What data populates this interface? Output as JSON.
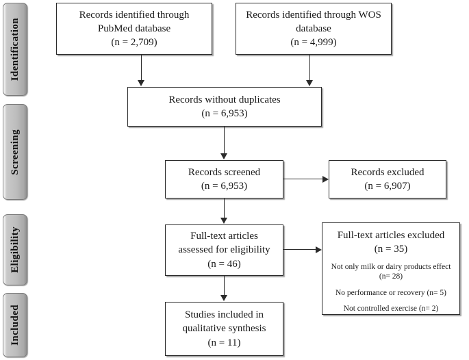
{
  "diagram": {
    "title": "PRISMA study selection flow diagram",
    "type": "prisma-flowchart"
  },
  "stages": [
    {
      "label": "Identification"
    },
    {
      "label": "Screening"
    },
    {
      "label": "Eligibility"
    },
    {
      "label": "Included"
    }
  ],
  "boxes": {
    "pubmed": {
      "line1": "Records identified through",
      "line2": "PubMed database",
      "line3": "(n = 2,709)"
    },
    "wos": {
      "line1": "Records identified through WOS",
      "line2": "database",
      "line3": "(n = 4,999)"
    },
    "no_duplicates": {
      "line1": "Records without duplicates",
      "line2": "(n = 6,953)"
    },
    "screened": {
      "line1": "Records screened",
      "line2": "(n = 6,953)"
    },
    "records_excluded": {
      "line1": "Records excluded",
      "line2": "(n = 6,907)"
    },
    "fulltext_assessed": {
      "line1": "Full-text articles",
      "line2": "assessed for eligibility",
      "line3": "(n = 46)"
    },
    "fulltext_excluded": {
      "line1": "Full-text articles excluded",
      "line2": "(n = 35)",
      "reason1": "Not only milk or dairy products effect (n= 28)",
      "reason2": "No performance or recovery (n= 5)",
      "reason3": "Not controlled exercise (n= 2)"
    },
    "included": {
      "line1": "Studies included in",
      "line2": "qualitative synthesis",
      "line3": "(n = 11)"
    }
  },
  "chart_data": {
    "type": "diagram",
    "title": "PRISMA flow diagram",
    "nodes": [
      {
        "id": "pubmed",
        "label": "Records identified through PubMed database",
        "n": 2709,
        "stage": "Identification"
      },
      {
        "id": "wos",
        "label": "Records identified through WOS database",
        "n": 4999,
        "stage": "Identification"
      },
      {
        "id": "no_duplicates",
        "label": "Records without duplicates",
        "n": 6953,
        "stage": "Identification"
      },
      {
        "id": "screened",
        "label": "Records screened",
        "n": 6953,
        "stage": "Screening"
      },
      {
        "id": "records_excluded",
        "label": "Records excluded",
        "n": 6907,
        "stage": "Screening"
      },
      {
        "id": "fulltext_assessed",
        "label": "Full-text articles assessed for eligibility",
        "n": 46,
        "stage": "Eligibility"
      },
      {
        "id": "fulltext_excluded",
        "label": "Full-text articles excluded",
        "n": 35,
        "stage": "Eligibility",
        "reasons": [
          {
            "label": "Not only milk or dairy products effect",
            "n": 28
          },
          {
            "label": "No performance or recovery",
            "n": 5
          },
          {
            "label": "Not controlled exercise",
            "n": 2
          }
        ]
      },
      {
        "id": "included",
        "label": "Studies included in qualitative synthesis",
        "n": 11,
        "stage": "Included"
      }
    ],
    "edges": [
      {
        "from": "pubmed",
        "to": "no_duplicates"
      },
      {
        "from": "wos",
        "to": "no_duplicates"
      },
      {
        "from": "no_duplicates",
        "to": "screened"
      },
      {
        "from": "screened",
        "to": "records_excluded"
      },
      {
        "from": "screened",
        "to": "fulltext_assessed"
      },
      {
        "from": "fulltext_assessed",
        "to": "fulltext_excluded"
      },
      {
        "from": "fulltext_assessed",
        "to": "included"
      }
    ]
  }
}
